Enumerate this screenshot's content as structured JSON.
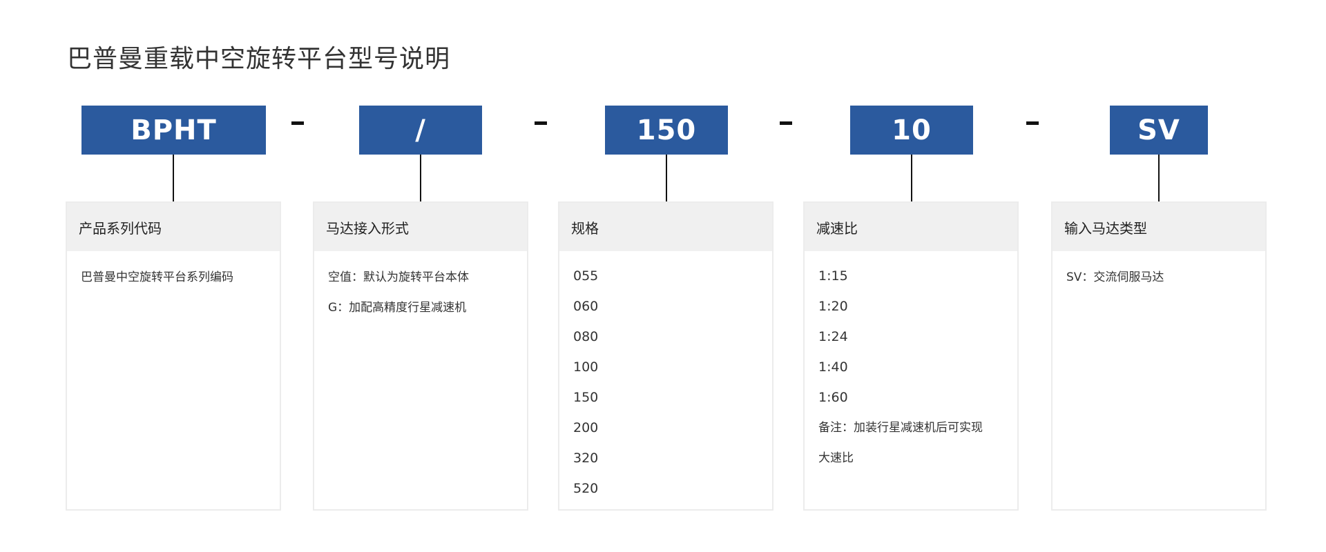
{
  "title": "巴普曼重载中空旋转平台型号说明",
  "codes": [
    {
      "label": "BPHT"
    },
    {
      "label": "/"
    },
    {
      "label": "150"
    },
    {
      "label": "10"
    },
    {
      "label": "SV"
    }
  ],
  "separator": "-",
  "cards": [
    {
      "heading": "产品系列代码",
      "items": [
        "巴普曼中空旋转平台系列编码"
      ]
    },
    {
      "heading": "马达接入形式",
      "items": [
        "空值：默认为旋转平台本体",
        "G：加配高精度行星减速机"
      ]
    },
    {
      "heading": "规格",
      "items": [
        "055",
        "060",
        "080",
        "100",
        "150",
        "200",
        "320",
        "520"
      ]
    },
    {
      "heading": "减速比",
      "items": [
        "1:15",
        "1:20",
        "1:24",
        "1:40",
        "1:60",
        "备注：加装行星减速机后可实现",
        "大速比"
      ]
    },
    {
      "heading": "输入马达类型",
      "items": [
        "SV：交流伺服马达"
      ]
    }
  ],
  "colors": {
    "code_box_bg": "#2b5a9e",
    "card_header_bg": "#f0f0f0",
    "card_border": "#ececec"
  }
}
